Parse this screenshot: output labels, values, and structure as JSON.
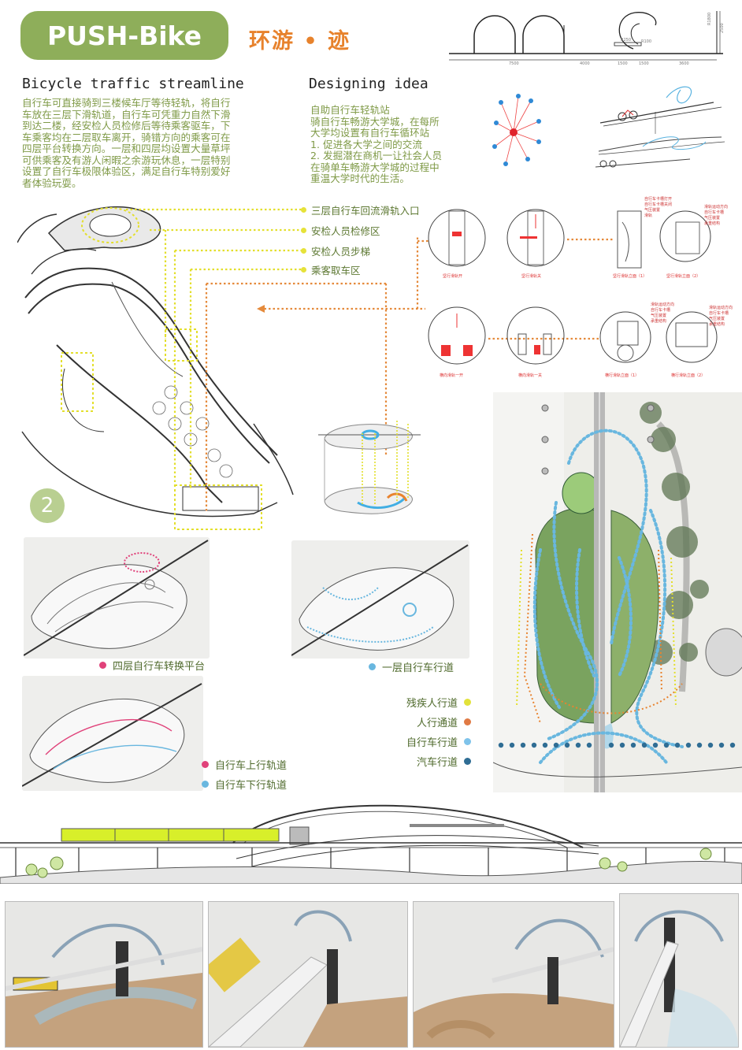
{
  "header": {
    "title": "PUSH-Bike",
    "subtitle": "环游 • 迹"
  },
  "section_left": {
    "heading": "Bicycle  traffic  streamline",
    "lines": [
      "自行车可直接骑到三楼候车厅等待轻轨，将自行",
      "车放在三层下滑轨道，自行车可凭重力自然下滑",
      "到达二楼，经安检人员检修后等待乘客驱车，下",
      "车乘客均在二层取车离开，骑错方向的乘客可在",
      "四层平台转换方向。一层和四层均设置大量草坪",
      "可供乘客及有游人闲暇之余游玩休息，一层特别",
      "设置了自行车极限体验区，满足自行车特别爱好",
      "者体验玩耍。"
    ]
  },
  "section_right": {
    "heading": "Designing  idea",
    "lines": [
      "自助自行车轻轨站",
      "骑自行车畅游大学城，在每所",
      "大学均设置有自行车循环站",
      "1. 促进各大学之间的交流",
      "2. 发掘潜在商机一让社会人员",
      "在骑单车畅游大学城的过程中",
      "重温大学时代的生活。"
    ]
  },
  "top_section": {
    "dims": [
      "7500",
      "4000",
      "1500",
      "1500",
      "3600"
    ],
    "heights": [
      "2500",
      "R1800"
    ],
    "ring_labels": [
      "R250",
      "R100"
    ]
  },
  "callouts": [
    "三层自行车回流滑轨入口",
    "安检人员检修区",
    "安检人员步梯",
    "乘客取车区"
  ],
  "mechanism": {
    "row1_captions": [
      "坚行滑轨开",
      "坚行滑轨关",
      "坚行滑轨立面（1）",
      "坚行滑轨立面（2）"
    ],
    "row2_captions": [
      "横向滑轨一开",
      "横向滑轨一关",
      "横行滑轨立面（1）",
      "横行滑轨立面（2）"
    ],
    "notes_a": [
      "自行车卡槽打开",
      "自行车卡槽关闭",
      "气压装置",
      "滑轨"
    ],
    "notes_b": [
      "滑轨运动方向",
      "自行车卡槽",
      "气压装置",
      "承重结构"
    ],
    "notes_c": [
      "滑轨运动方向",
      "自行车卡槽",
      "气压装置",
      "承重结构"
    ],
    "notes_d": [
      "滑轨运动方向",
      "自行车卡槽",
      "气压装置",
      "承重结构"
    ]
  },
  "step_badge": "2",
  "sketch_legends": {
    "platform": "四层自行车转换平台",
    "ground_lane": "一层自行车行道",
    "up_track": "自行车上行轨道",
    "down_track": "自行车下行轨道"
  },
  "plan_legend": [
    {
      "label": "残疾人行道",
      "color": "#e2e23a"
    },
    {
      "label": "人行通道",
      "color": "#e07a44"
    },
    {
      "label": "自行车行道",
      "color": "#7fc3ea"
    },
    {
      "label": "汽车行道",
      "color": "#2f6d94"
    }
  ],
  "colors": {
    "accent_green": "#8eae5a",
    "accent_orange": "#e7822c",
    "pink": "#e0427a",
    "light_blue": "#69b7df"
  }
}
